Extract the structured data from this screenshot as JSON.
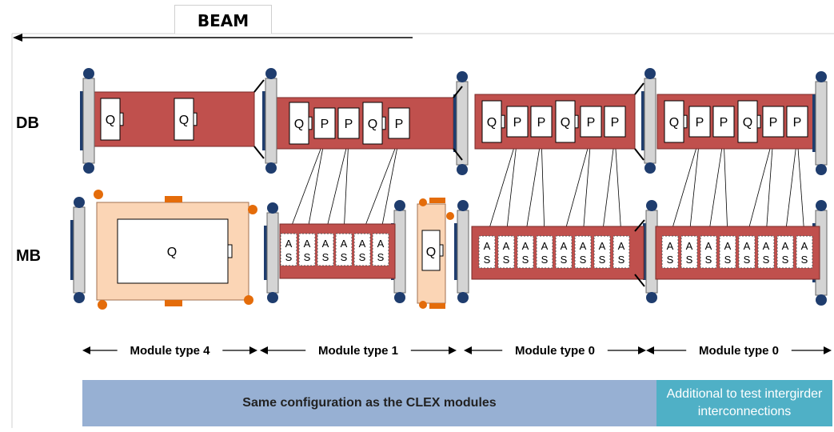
{
  "header": {
    "tab_label": "BEAM"
  },
  "rows": {
    "db_label": "DB",
    "mb_label": "MB"
  },
  "component_letters": {
    "quad": "Q",
    "pets": "P",
    "acc_top": "A",
    "acc_bottom": "S"
  },
  "modules": [
    {
      "label": "Module type 4"
    },
    {
      "label": "Module type 1"
    },
    {
      "label": "Module type 0"
    },
    {
      "label": "Module type 0"
    }
  ],
  "banners": {
    "same_config": "Same configuration as the CLEX modules",
    "additional_line1": "Additional to test intergirder",
    "additional_line2": "interconnections"
  },
  "colors": {
    "girder_red": "#c0504d",
    "quad_peach": "#fbd5b5",
    "support_grey": "#d4d4d4",
    "cradle_blue": "#1f3d6e",
    "orange_dot": "#e46c0a",
    "banner_blue": "#97b0d3",
    "banner_teal": "#4fb0c6"
  }
}
